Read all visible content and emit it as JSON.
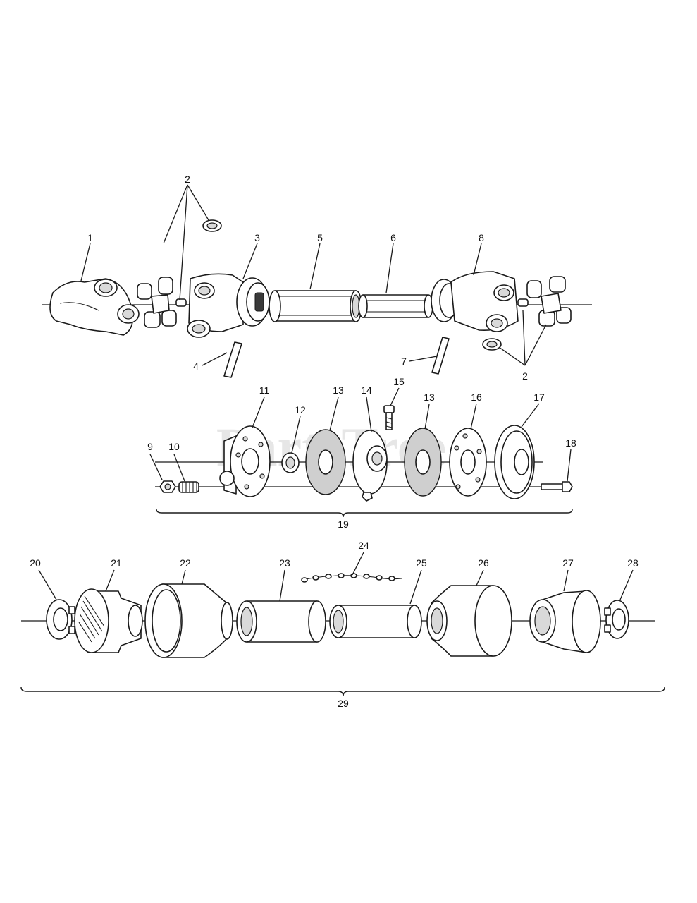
{
  "watermark": "PartsTree",
  "colors": {
    "ink": "#1a1a1a",
    "paper": "#ffffff",
    "watermark": "#e6e6e6"
  },
  "callouts": {
    "c1": "1",
    "c2a": "2",
    "c2b": "2",
    "c3": "3",
    "c4": "4",
    "c5": "5",
    "c6": "6",
    "c7": "7",
    "c8": "8",
    "c9": "9",
    "c10": "10",
    "c11": "11",
    "c12": "12",
    "c13a": "13",
    "c13b": "13",
    "c14": "14",
    "c15": "15",
    "c16": "16",
    "c17": "17",
    "c18": "18",
    "c19": "19",
    "c20": "20",
    "c21": "21",
    "c22": "22",
    "c23": "23",
    "c24": "24",
    "c25": "25",
    "c26": "26",
    "c27": "27",
    "c28": "28",
    "c29": "29"
  }
}
